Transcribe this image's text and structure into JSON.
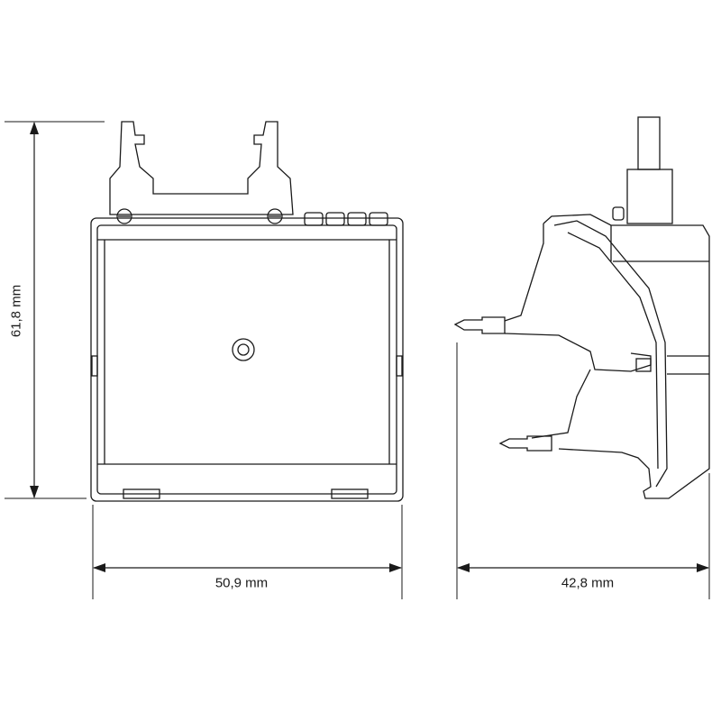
{
  "dimensions": {
    "height": "61,8 mm",
    "width": "50,9 mm",
    "depth": "42,8 mm"
  },
  "colors": {
    "line": "#1a1a1a",
    "background": "#ffffff"
  }
}
